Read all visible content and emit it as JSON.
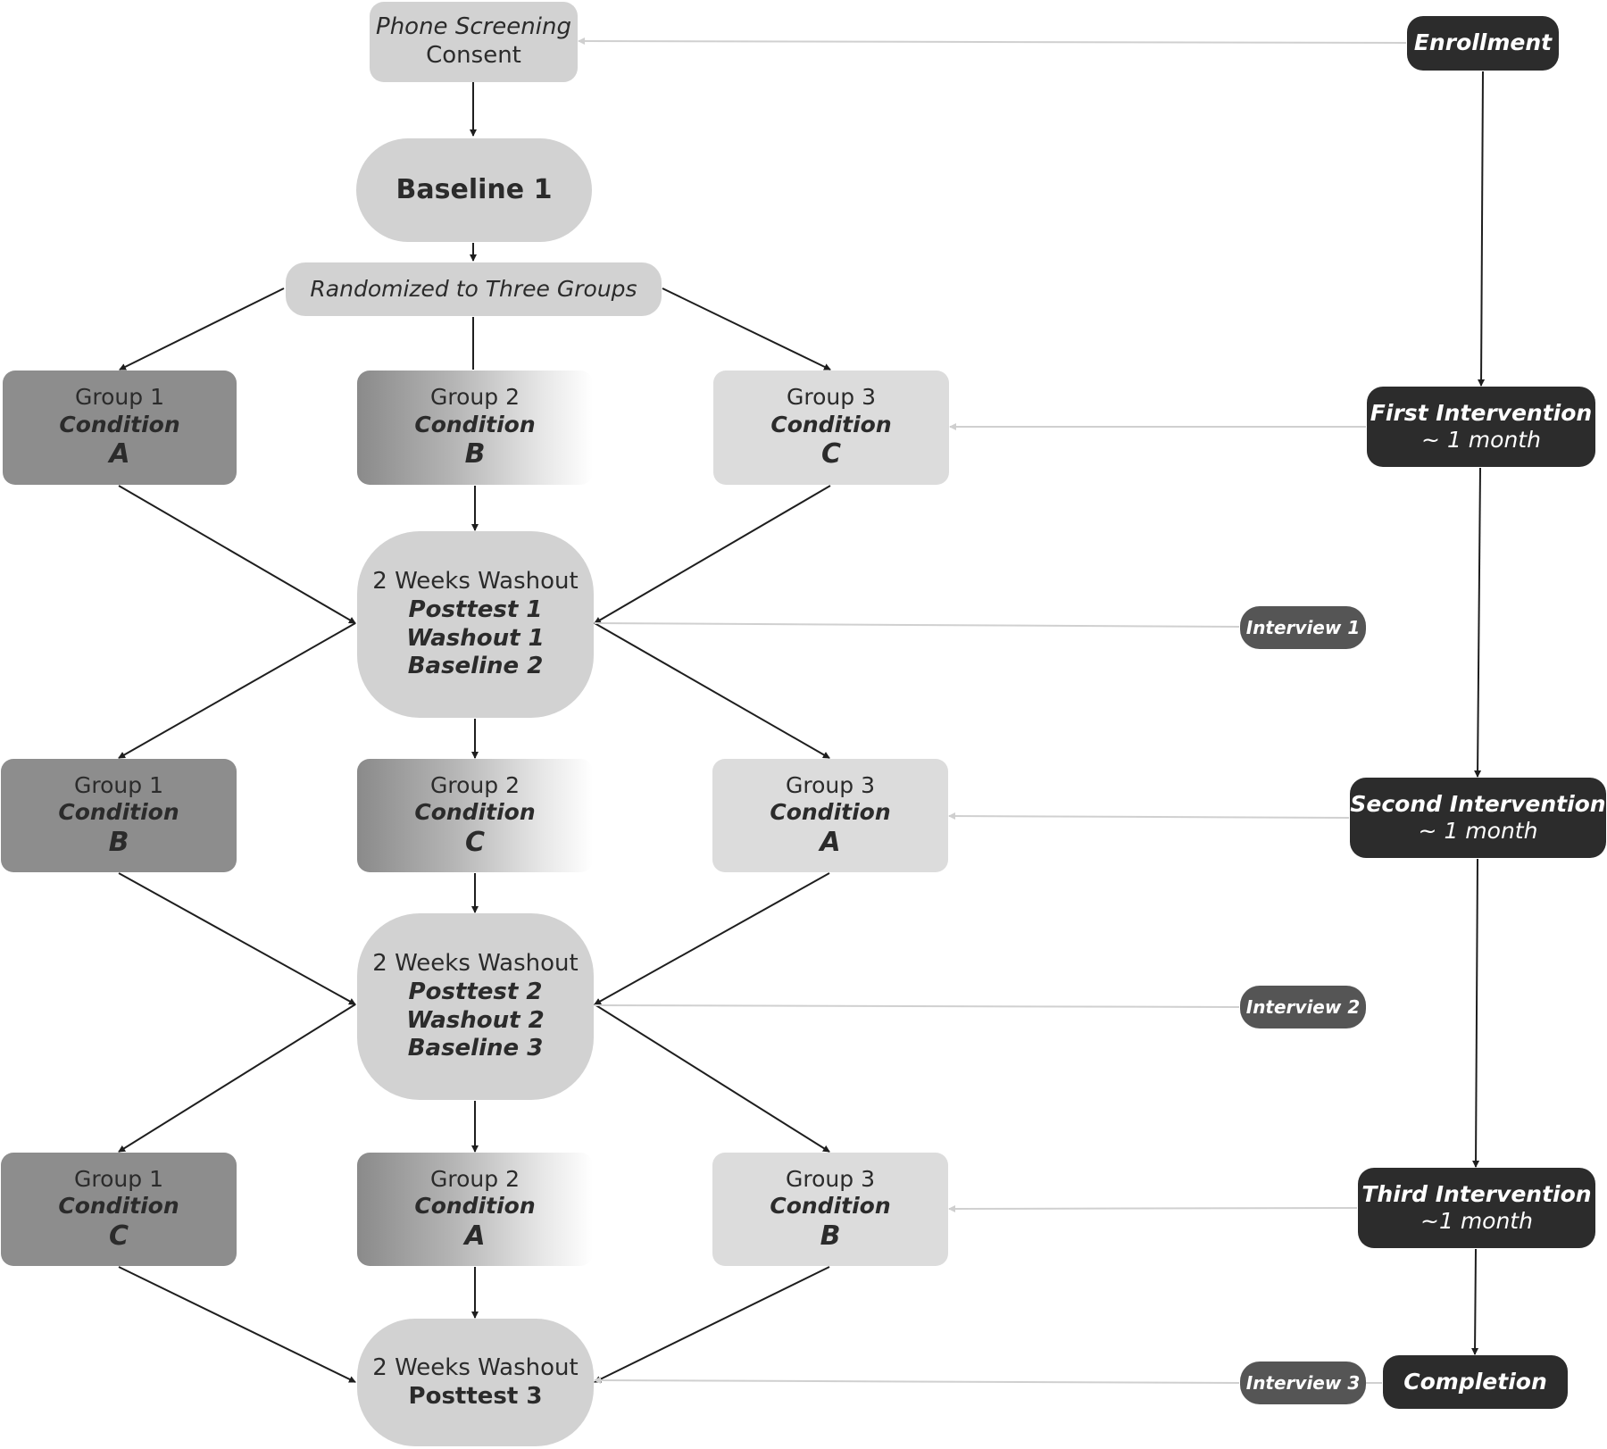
{
  "nodes": {
    "phone_screening": {
      "line1": "Phone Screening",
      "line2": "Consent"
    },
    "baseline1": {
      "label": "Baseline 1"
    },
    "randomized": {
      "label": "Randomized to Three Groups"
    },
    "round1": {
      "group1": {
        "group": "Group 1",
        "condition": "Condition",
        "letter": "A"
      },
      "group2": {
        "group": "Group 2",
        "condition": "Condition",
        "letter": "B"
      },
      "group3": {
        "group": "Group 3",
        "condition": "Condition",
        "letter": "C"
      }
    },
    "washout1": {
      "line1": "2 Weeks Washout",
      "line2": "Posttest 1",
      "line3": "Washout 1",
      "line4": "Baseline 2"
    },
    "round2": {
      "group1": {
        "group": "Group 1",
        "condition": "Condition",
        "letter": "B"
      },
      "group2": {
        "group": "Group 2",
        "condition": "Condition",
        "letter": "C"
      },
      "group3": {
        "group": "Group 3",
        "condition": "Condition",
        "letter": "A"
      }
    },
    "washout2": {
      "line1": "2 Weeks Washout",
      "line2": "Posttest 2",
      "line3": "Washout 2",
      "line4": "Baseline 3"
    },
    "round3": {
      "group1": {
        "group": "Group 1",
        "condition": "Condition",
        "letter": "C"
      },
      "group2": {
        "group": "Group 2",
        "condition": "Condition",
        "letter": "A"
      },
      "group3": {
        "group": "Group 3",
        "condition": "Condition",
        "letter": "B"
      }
    },
    "washout3": {
      "line1": "2 Weeks Washout",
      "line2": "Posttest 3"
    }
  },
  "timeline": {
    "enrollment": "Enrollment",
    "first_intervention": {
      "title": "First Intervention",
      "duration": "~ 1 month"
    },
    "interview1": "Interview 1",
    "second_intervention": {
      "title": "Second Intervention",
      "duration": "~ 1 month"
    },
    "interview2": "Interview 2",
    "third_intervention": {
      "title": "Third Intervention",
      "duration": "~1 month"
    },
    "interview3": "Interview 3",
    "completion": "Completion"
  },
  "colors": {
    "light_box": "#d2d2d2",
    "group1": "#8d8d8d",
    "group3": "#dcdcdc",
    "dark_box": "#2c2c2c",
    "interview_box": "#555555",
    "arrow": "#1e1e1e",
    "connector": "#d0d0d0"
  }
}
